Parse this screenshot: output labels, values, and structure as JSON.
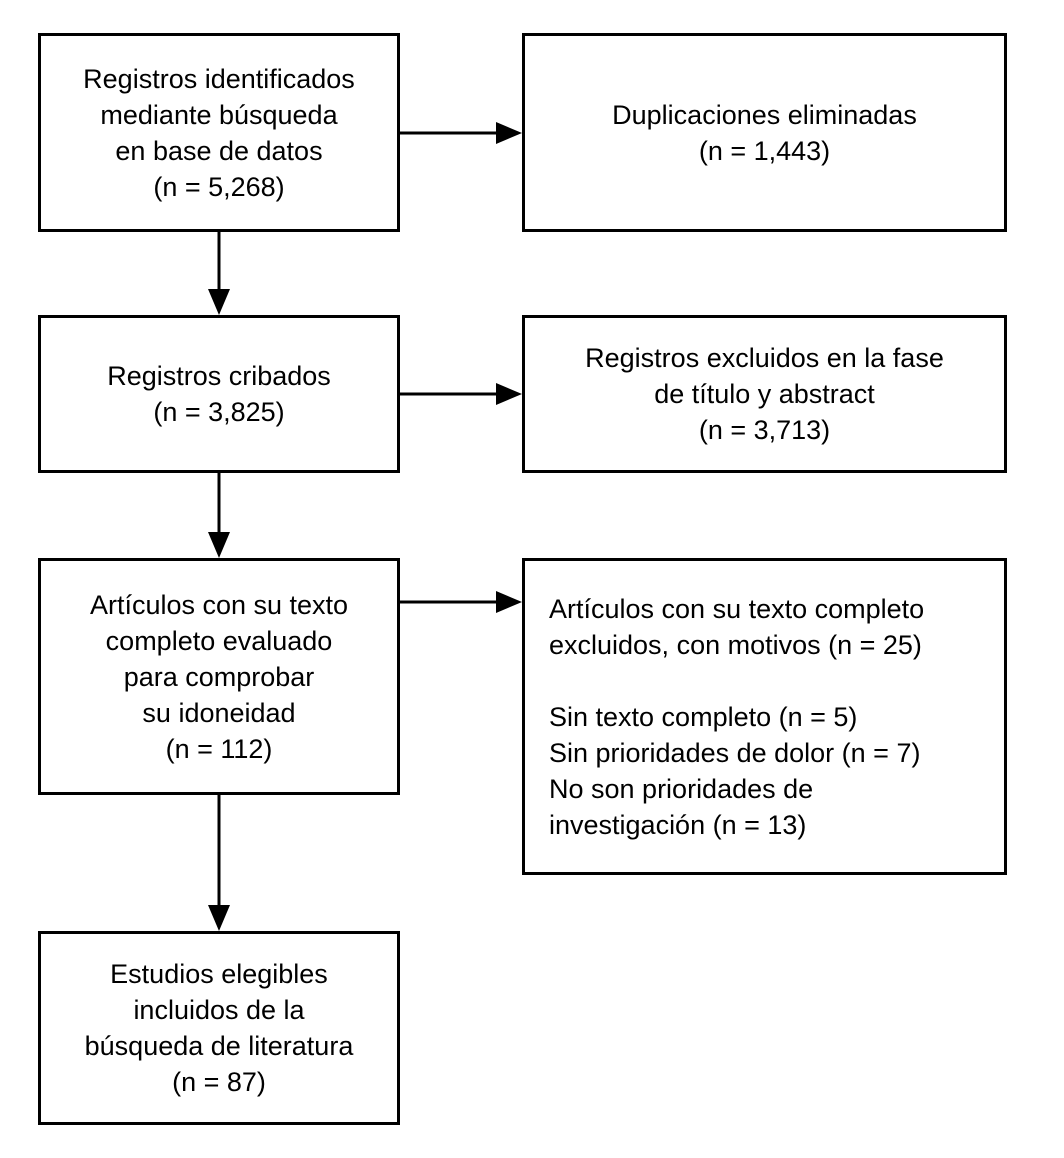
{
  "diagram": {
    "background_color": "#ffffff",
    "line_color": "#000000",
    "text_color": "#000000",
    "boxes": {
      "identified": {
        "lines": [
          "Registros identificados",
          "mediante búsqueda",
          "en base de datos",
          "(n = 5,268)"
        ]
      },
      "duplicates_removed": {
        "lines": [
          "Duplicaciones eliminadas",
          "(n = 1,443)"
        ]
      },
      "screened": {
        "lines": [
          "Registros cribados",
          "(n = 3,825)"
        ]
      },
      "excluded_title_abstract": {
        "lines": [
          "Registros excluidos en la fase",
          "de título y abstract",
          "(n = 3,713)"
        ]
      },
      "fulltext_assessed": {
        "lines": [
          "Artículos con su texto",
          "completo evaluado",
          "para comprobar",
          "su idoneidad",
          "(n = 112)"
        ]
      },
      "fulltext_excluded": {
        "lines": [
          "Artículos con su texto completo",
          "excluidos, con motivos (n = 25)",
          "",
          "Sin texto completo (n = 5)",
          "Sin prioridades de dolor (n = 7)",
          "No son prioridades de",
          "investigación (n = 13)"
        ]
      },
      "included": {
        "lines": [
          "Estudios elegibles",
          "incluidos de la",
          "búsqueda de literatura",
          "(n = 87)"
        ]
      }
    }
  }
}
